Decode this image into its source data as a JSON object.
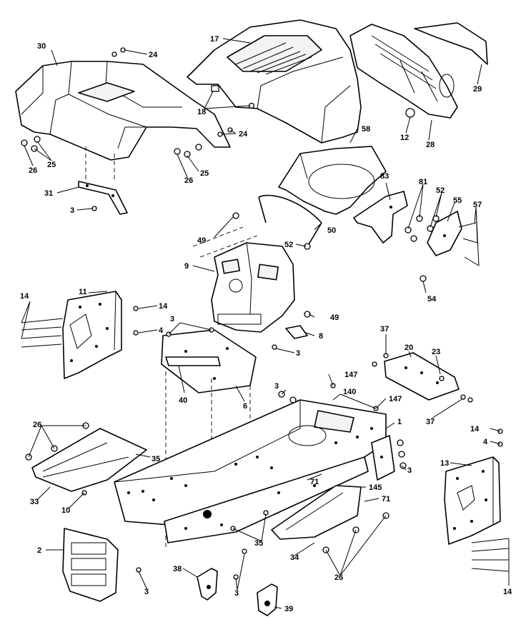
{
  "callouts": {
    "c1": "1",
    "c2": "2",
    "c3": "3",
    "c4": "4",
    "c6": "6",
    "c8": "8",
    "c9": "9",
    "c10": "10",
    "c11": "11",
    "c12": "12",
    "c13": "13",
    "c14": "14",
    "c17": "17",
    "c18": "18",
    "c20": "20",
    "c23": "23",
    "c24": "24",
    "c25": "25",
    "c26": "26",
    "c28": "28",
    "c29": "29",
    "c30": "30",
    "c31": "31",
    "c33": "33",
    "c34": "34",
    "c35": "35",
    "c37": "37",
    "c38": "38",
    "c39": "39",
    "c40": "40",
    "c49": "49",
    "c50": "50",
    "c52": "52",
    "c54": "54",
    "c55": "55",
    "c57": "57",
    "c58": "58",
    "c71": "71",
    "c81": "81",
    "c83": "83",
    "c140": "140",
    "c145": "145",
    "c147": "147"
  }
}
